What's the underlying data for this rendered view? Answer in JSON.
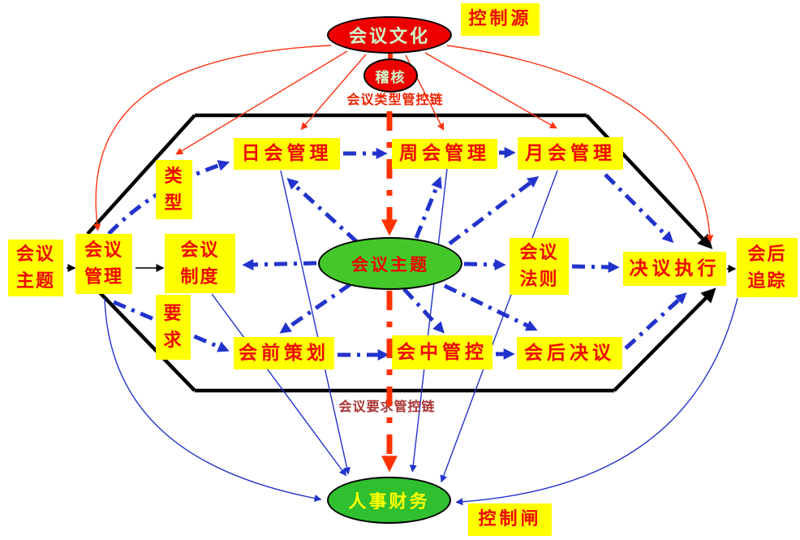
{
  "diagram": {
    "nodes": {
      "meeting_culture": {
        "label": "会议文化",
        "shape": "ellipse",
        "fill": "#ee0000",
        "text_color": "#ccffcc"
      },
      "control_source": {
        "label": "控制源",
        "shape": "box",
        "fill": "#ffff00",
        "text_color": "#ee0800"
      },
      "audit": {
        "label": "稽核",
        "shape": "ellipse",
        "fill": "#ee0000",
        "text_color": "#ccffcc"
      },
      "daily_meeting": {
        "label": "日会管理",
        "shape": "box",
        "fill": "#ffff00",
        "text_color": "#ee0800"
      },
      "weekly_meeting": {
        "label": "周会管理",
        "shape": "box",
        "fill": "#ffff00",
        "text_color": "#ee0800"
      },
      "monthly_meeting": {
        "label": "月会管理",
        "shape": "box",
        "fill": "#ffff00",
        "text_color": "#ee0800"
      },
      "type": {
        "label": "类\n型",
        "shape": "box",
        "fill": "#ffff00",
        "text_color": "#ee0800"
      },
      "meeting_theme_left": {
        "label": "会议\n主题",
        "shape": "box",
        "fill": "#ffff00",
        "text_color": "#ee0800"
      },
      "meeting_management": {
        "label": "会议\n管理",
        "shape": "box",
        "fill": "#ffff00",
        "text_color": "#ee0800"
      },
      "meeting_system": {
        "label": "会议\n制度",
        "shape": "box",
        "fill": "#ffff00",
        "text_color": "#ee0800"
      },
      "meeting_theme_center": {
        "label": "会议主题",
        "shape": "ellipse",
        "fill": "#44c829",
        "text_color": "#ee0000"
      },
      "meeting_rules": {
        "label": "会议\n法则",
        "shape": "box",
        "fill": "#ffff00",
        "text_color": "#ee0800"
      },
      "resolution_execution": {
        "label": "决议执行",
        "shape": "box",
        "fill": "#ffff00",
        "text_color": "#ee0800"
      },
      "post_meeting_tracking": {
        "label": "会后\n追踪",
        "shape": "box",
        "fill": "#ffff00",
        "text_color": "#ee0800"
      },
      "requirement": {
        "label": "要\n求",
        "shape": "box",
        "fill": "#ffff00",
        "text_color": "#ee0800"
      },
      "pre_meeting_planning": {
        "label": "会前策划",
        "shape": "box",
        "fill": "#ffff00",
        "text_color": "#ee0800"
      },
      "in_meeting_control": {
        "label": "会中管控",
        "shape": "box",
        "fill": "#ffff00",
        "text_color": "#ee0800"
      },
      "post_meeting_resolution": {
        "label": "会后决议",
        "shape": "box",
        "fill": "#ffff00",
        "text_color": "#ee0800"
      },
      "hr_finance": {
        "label": "人事财务",
        "shape": "ellipse",
        "fill": "#2fbf2f",
        "text_color": "#ffff00"
      },
      "control_gate": {
        "label": "控制闸",
        "shape": "box",
        "fill": "#ffff00",
        "text_color": "#ee0800"
      }
    },
    "chain_labels": {
      "type_chain": {
        "label": "会议类型管控链",
        "color": "#ee2200"
      },
      "req_chain": {
        "label": "会议要求管控链",
        "color": "#aa3333"
      }
    },
    "colors": {
      "yellow_node": "#ffff00",
      "red_node_text": "#ee0800",
      "red_ellipse": "#ee0000",
      "pale_green_text": "#ccffcc",
      "green_ellipse_center": "#44c829",
      "green_ellipse_bottom": "#2fbf2f",
      "blue_arrows": "#2233cc",
      "red_control_line": "#ff3300",
      "thin_red_lines": "#ff3311",
      "hexagon": "#000000"
    }
  }
}
